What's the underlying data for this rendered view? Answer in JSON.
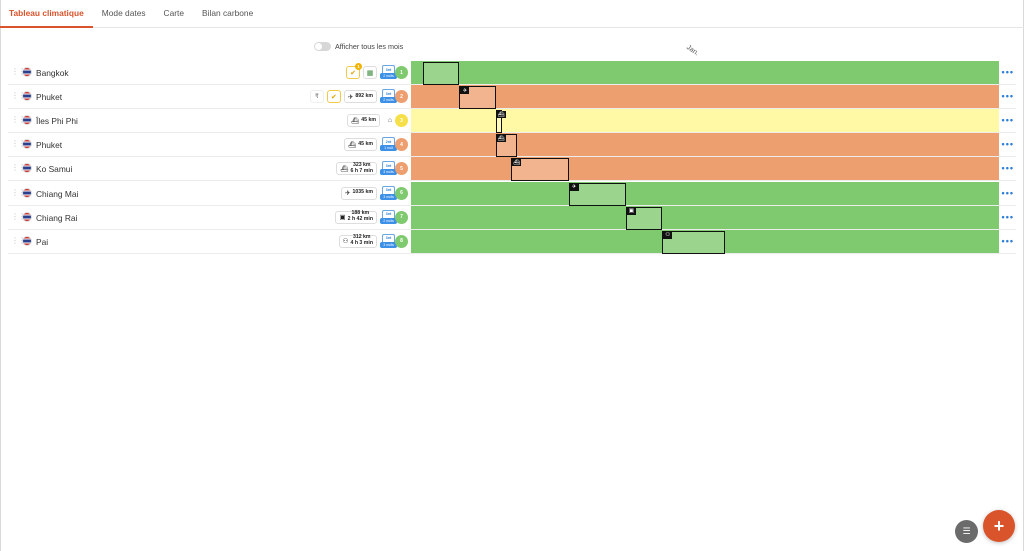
{
  "tabs": [
    {
      "label": "Tableau climatique",
      "active": true
    },
    {
      "label": "Mode dates",
      "active": false
    },
    {
      "label": "Carte",
      "active": false
    },
    {
      "label": "Bilan carbone",
      "active": false
    }
  ],
  "toggle": {
    "label": "Afficher tous les mois",
    "on": false
  },
  "month_label": "Jan.",
  "colors": {
    "accent": "#d9532b",
    "green": "#7fc96e",
    "orange": "#ee9f6f",
    "yellow": "#fff9a6"
  },
  "icons": {
    "plane": "plane-icon",
    "boat": "boat-icon",
    "bus": "bus-icon",
    "motorbike": "motorbike-icon",
    "bed": "bed-icon"
  },
  "rows": [
    {
      "city": "Bangkok",
      "step": "1",
      "climate": "green",
      "has_check": true,
      "check_badge": "1",
      "has_calendar": true,
      "distance": "",
      "duration": "",
      "nights_top": "3nt",
      "nights": "2 nuits",
      "transport": ""
    },
    {
      "city": "Phuket",
      "step": "2",
      "climate": "orange",
      "has_rupee": true,
      "has_check": true,
      "transport": "plane",
      "distance": "892 km",
      "duration": "",
      "nights_top": "3nt",
      "nights": "2 nuits"
    },
    {
      "city": "Îles Phi Phi",
      "step": "3",
      "climate": "yellow",
      "transport": "boat",
      "distance": "45 km",
      "duration": "",
      "has_bed": true,
      "nights_top": "",
      "nights": ""
    },
    {
      "city": "Phuket",
      "step": "4",
      "climate": "orange",
      "transport": "boat",
      "distance": "45 km",
      "duration": "",
      "nights_top": "2nt",
      "nights": "1 nuit"
    },
    {
      "city": "Ko Samui",
      "step": "5",
      "climate": "orange",
      "transport": "boat",
      "distance": "323 km",
      "duration": "6 h 7 min",
      "nights_top": "3nt",
      "nights": "3 nuits"
    },
    {
      "city": "Chiang Mai",
      "step": "6",
      "climate": "green",
      "transport": "plane",
      "distance": "1035 km",
      "duration": "",
      "nights_top": "3nt",
      "nights": "3 nuits"
    },
    {
      "city": "Chiang Rai",
      "step": "7",
      "climate": "green",
      "transport": "bus",
      "distance": "188 km",
      "duration": "2 h 42 min",
      "nights_top": "3nt",
      "nights": "2 nuits"
    },
    {
      "city": "Pai",
      "step": "8",
      "climate": "green",
      "transport": "motorbike",
      "distance": "312 km",
      "duration": "4 h 3 min",
      "nights_top": "3nt",
      "nights": "3 nuits"
    }
  ],
  "gantt": [
    {
      "start": 0,
      "end": 7
    },
    {
      "start": 7,
      "end": 14
    },
    {
      "start": 14,
      "end": 15
    },
    {
      "start": 14,
      "end": 18
    },
    {
      "start": 17,
      "end": 28
    },
    {
      "start": 28,
      "end": 39
    },
    {
      "start": 39,
      "end": 46
    },
    {
      "start": 46,
      "end": 58
    }
  ]
}
